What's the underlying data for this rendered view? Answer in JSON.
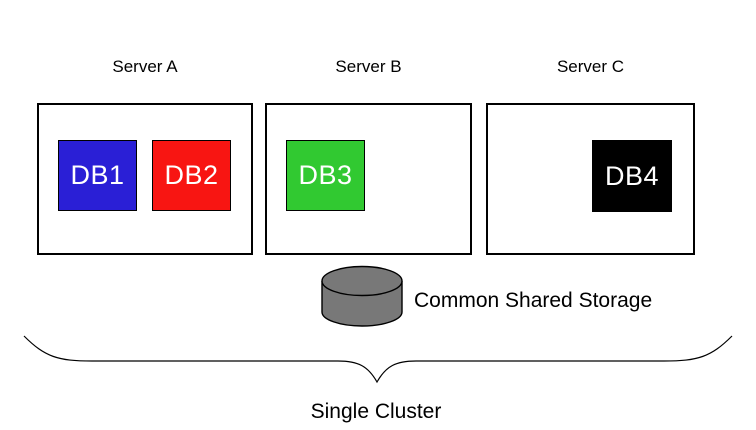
{
  "servers": [
    {
      "label": "Server A"
    },
    {
      "label": "Server B"
    },
    {
      "label": "Server C"
    }
  ],
  "databases": [
    {
      "label": "DB1",
      "color": "#2a1fd6",
      "text_color": "#ffffff"
    },
    {
      "label": "DB2",
      "color": "#f81512",
      "text_color": "#ffffff"
    },
    {
      "label": "DB3",
      "color": "#31c931",
      "text_color": "#ffffff"
    },
    {
      "label": "DB4",
      "color": "#000000",
      "text_color": "#ffffff"
    }
  ],
  "storage": {
    "label": "Common Shared Storage",
    "icon": "database-cylinder-icon",
    "color": "#787878",
    "outline_color": "#000000"
  },
  "cluster": {
    "label": "Single Cluster",
    "brace_color": "#000000"
  },
  "canvas": {
    "background": "#ffffff"
  }
}
